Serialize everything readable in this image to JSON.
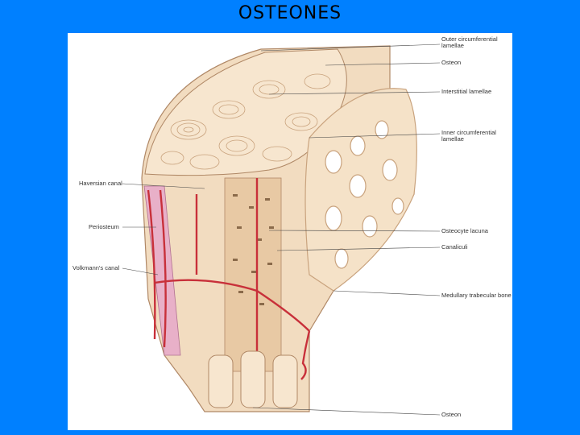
{
  "title": "OSTEONES",
  "labels": {
    "outer_circumferential": "Outer circumferential\nlamellae",
    "osteon_top": "Osteon",
    "interstitial": "Interstitial lamellae",
    "inner_circumferential": "Inner circumferential\nlamellae",
    "haversian": "Haversian canal",
    "periosteum": "Periosteum",
    "volkmann": "Volkmann's canal",
    "osteocyte": "Osteocyte lacuna",
    "canaliculi": "Canaliculi",
    "trabecular": "Medullary trabecular bone",
    "osteon_bottom": "Osteon"
  },
  "colors": {
    "background": "#0080ff",
    "bone": "#f2dcc0",
    "bone_line": "#c9a37e",
    "vessel": "#c8303a",
    "periosteum": "#e8b0c8"
  }
}
